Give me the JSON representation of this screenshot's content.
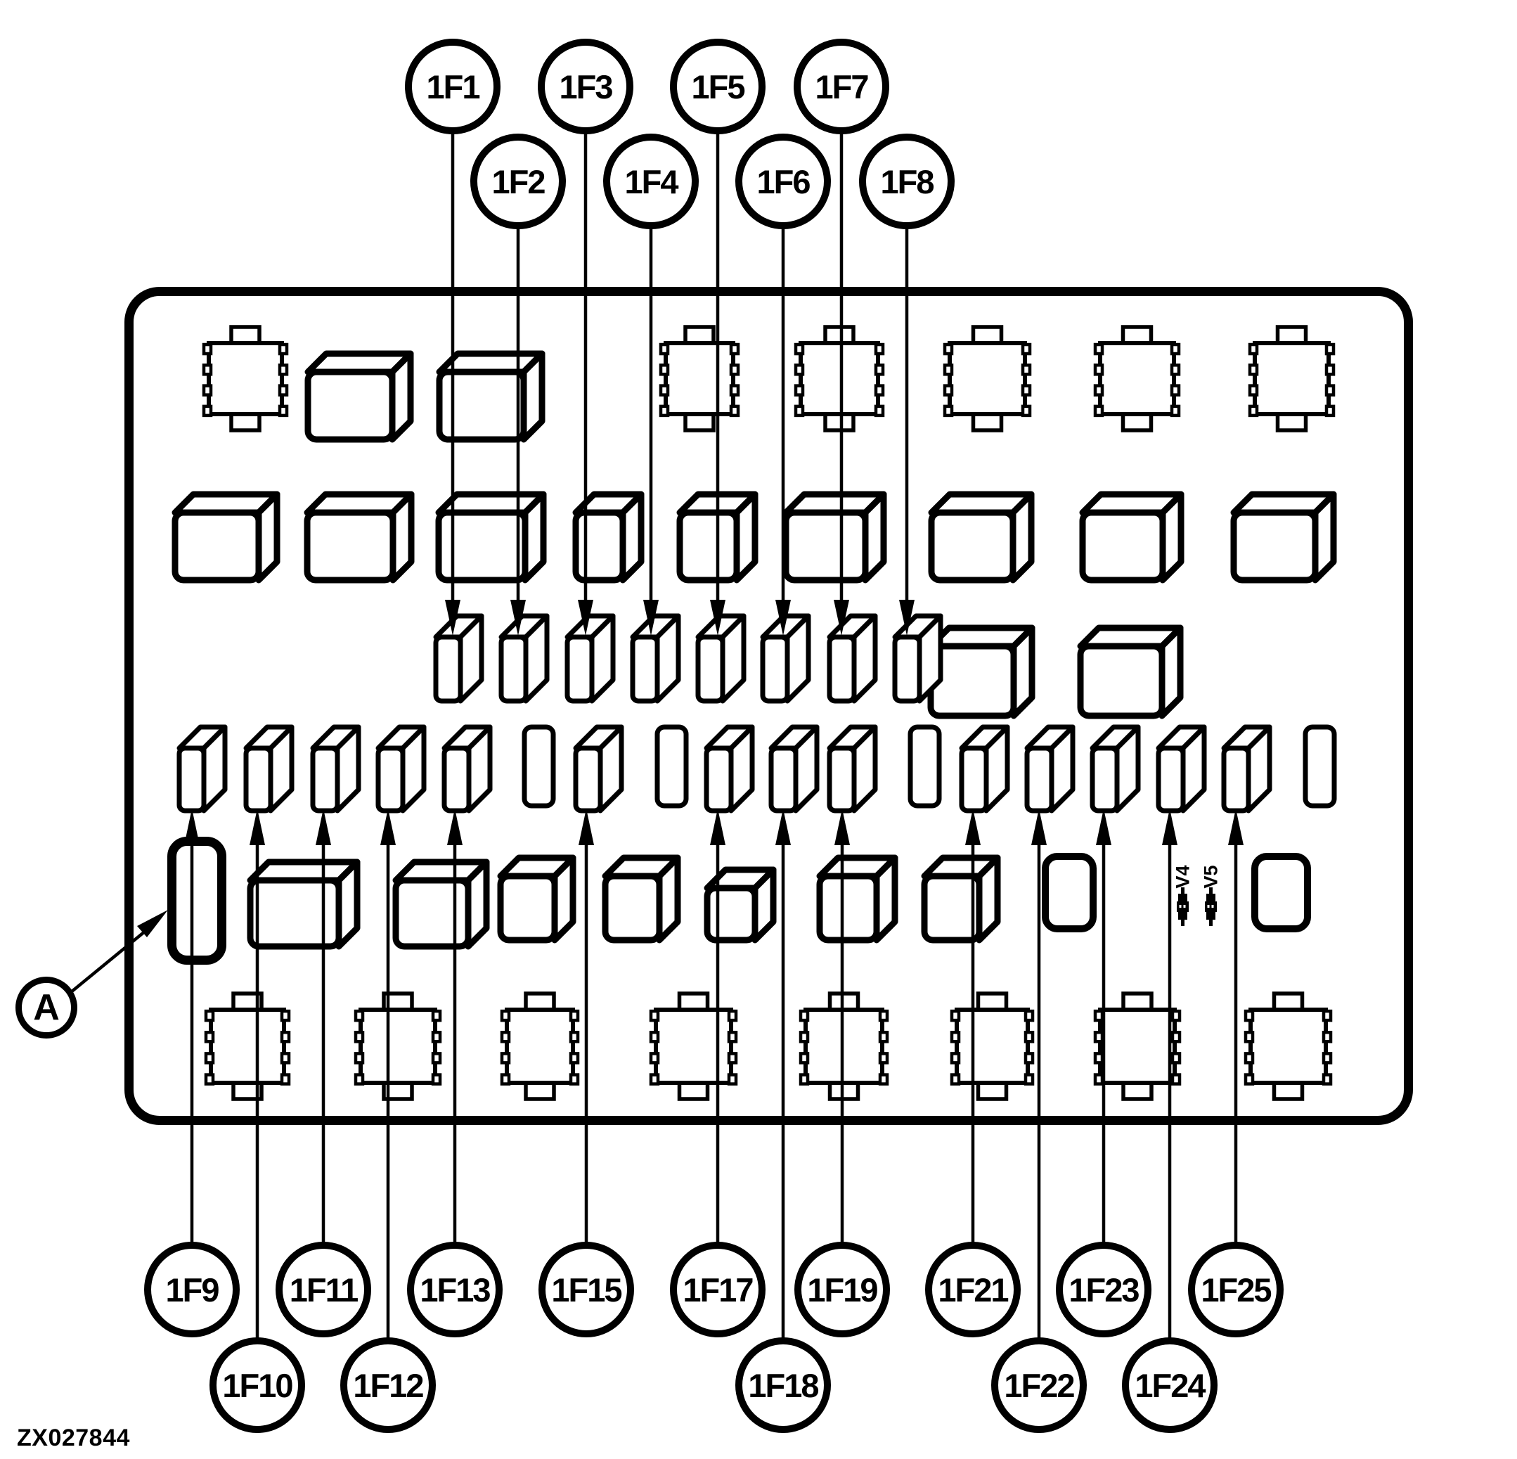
{
  "figure": {
    "id": "ZX027844"
  },
  "callouts": {
    "top": [
      "1F1",
      "1F2",
      "1F3",
      "1F4",
      "1F5",
      "1F6",
      "1F7",
      "1F8"
    ],
    "bottom": [
      "1F9",
      "1F10",
      "1F11",
      "1F12",
      "1F13",
      "1F15",
      "1F17",
      "1F18",
      "1F19",
      "1F21",
      "1F22",
      "1F23",
      "1F24",
      "1F25"
    ],
    "panel": "A"
  },
  "labels": {
    "v4": "V4",
    "v5": "V5"
  },
  "colors": {
    "ink": "#000000",
    "paper": "#ffffff"
  }
}
